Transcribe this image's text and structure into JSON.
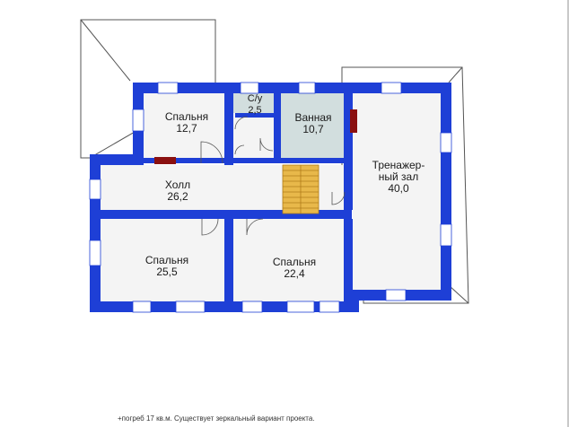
{
  "rooms": {
    "bedroom1": {
      "name": "Спальня",
      "area": "12,7"
    },
    "wc": {
      "name": "С/у",
      "area": "2,5"
    },
    "bath": {
      "name": "Ванная",
      "area": "10,7"
    },
    "gym": {
      "name1": "Тренажер-",
      "name2": "ный зал",
      "area": "40,0"
    },
    "hall": {
      "name": "Холл",
      "area": "26,2"
    },
    "bedroom2": {
      "name": "Спальня",
      "area": "25,5"
    },
    "bedroom3": {
      "name": "Спальня",
      "area": "22,4"
    }
  },
  "footer": {
    "note": "+погреб 17 кв.м. Существует зеркальный вариант проекта."
  },
  "colors": {
    "wall": "#1e3fd6",
    "floor": "#f4f4f4",
    "wet_floor": "#d2dede",
    "roof_line": "#555555",
    "stair": "#e8b84a",
    "radiator": "#8a1010"
  }
}
